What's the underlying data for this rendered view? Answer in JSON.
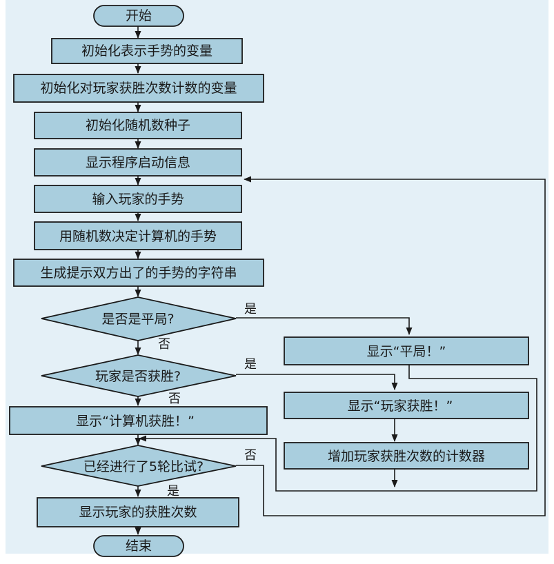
{
  "colors": {
    "background": "#e4f0f7",
    "node_fill": "#a9cede",
    "stroke": "#1a1a1a"
  },
  "nodes": {
    "start": "开始",
    "init_gesture_vars": "初始化表示手势的变量",
    "init_win_counter_var": "初始化对玩家获胜次数计数的变量",
    "init_random_seed": "初始化随机数种子",
    "show_start_message": "显示程序启动信息",
    "input_player_gesture": "输入玩家的手势",
    "random_computer_gesture": "用随机数决定计算机的手势",
    "build_gesture_string": "生成提示双方出了的手势的字符串",
    "is_draw": "是否是平局?",
    "show_draw": "显示“平局！”",
    "player_wins": "玩家是否获胜?",
    "show_player_win": "显示“玩家获胜！”",
    "increment_counter": "增加玩家获胜次数的计数器",
    "show_computer_win": "显示“计算机获胜！”",
    "five_rounds": "已经进行了5轮比试?",
    "show_win_count": "显示玩家的获胜次数",
    "end": "结束"
  },
  "edge_labels": {
    "draw_yes": "是",
    "draw_no": "否",
    "win_yes": "是",
    "win_no": "否",
    "rounds_no": "否",
    "rounds_yes": "是"
  }
}
